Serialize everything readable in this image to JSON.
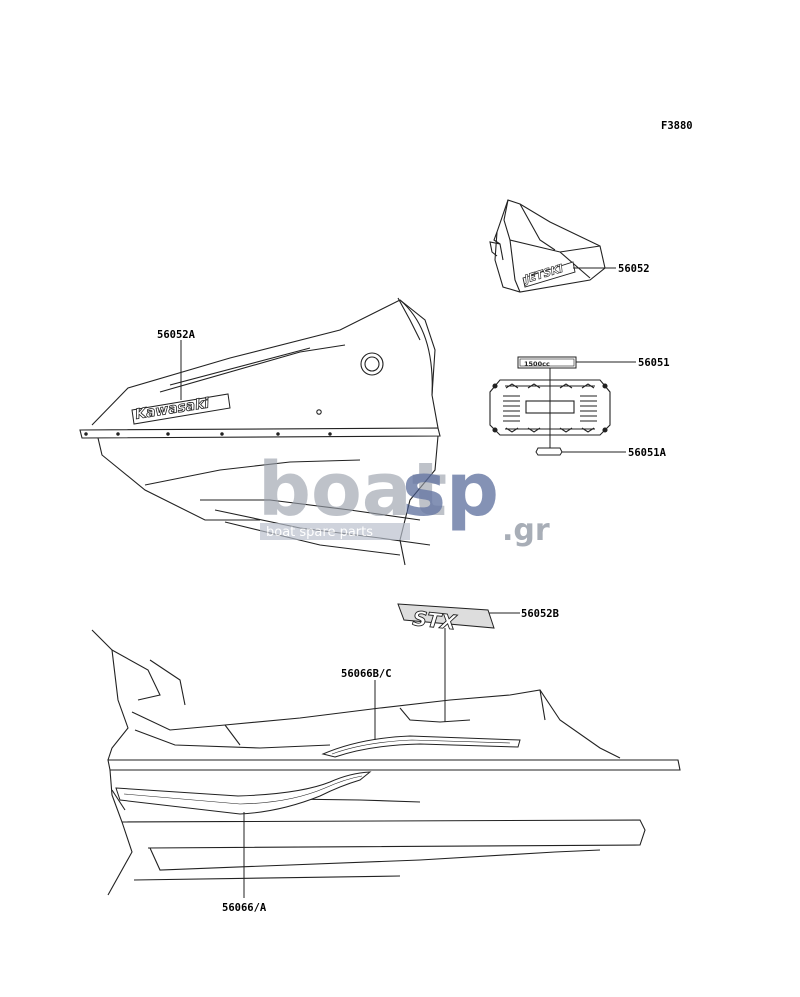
{
  "figure_code": "F3880",
  "callouts": {
    "c56052": "56052",
    "c56052A": "56052A",
    "c56051": "56051",
    "c56051A": "56051A",
    "c56052B": "56052B",
    "c56066BC": "56066B/C",
    "c56066A": "56066/A"
  },
  "decal_text": {
    "kawasaki": "Kawasaki",
    "jetski": "JETSKI",
    "stx": "STX",
    "engine_badge": "1500cc"
  },
  "watermark": {
    "word1": "boat",
    "word2": "sp",
    "tld": ".gr",
    "tagline": "boat spare parts"
  },
  "colors": {
    "line": "#222222",
    "watermark_grey": "#9aa0ab",
    "watermark_blue": "#4b5f92",
    "tagline_bg": "#b9bfcc"
  }
}
